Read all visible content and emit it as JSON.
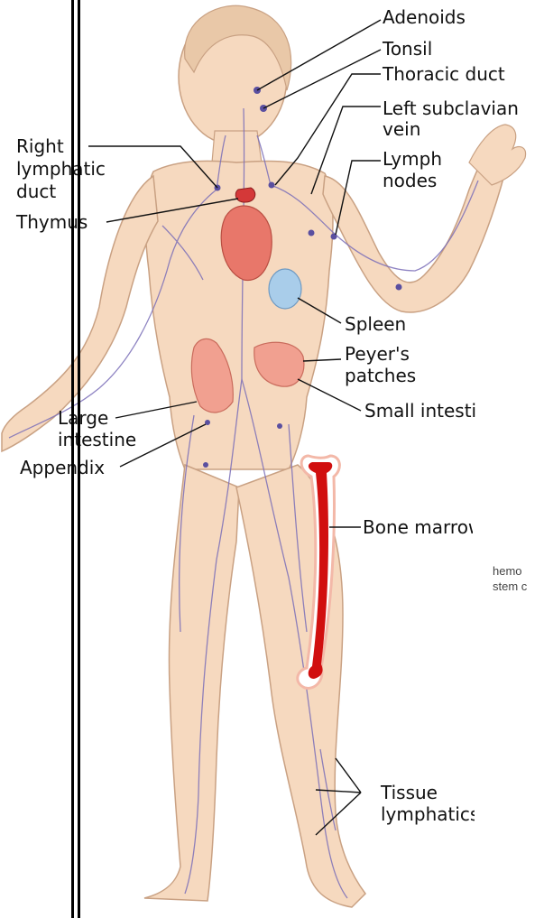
{
  "labels": {
    "adenoids": "Adenoids",
    "tonsil": "Tonsil",
    "thoracic_duct": "Thoracic duct",
    "left_subclavian_line1": "Left subclavian",
    "left_subclavian_line2": "vein",
    "lymph_nodes_line1": "Lymph",
    "lymph_nodes_line2": "nodes",
    "right_lymphatic_line1": "Right",
    "right_lymphatic_line2": "lymphatic",
    "right_lymphatic_line3": "duct",
    "thymus": "Thymus",
    "spleen": "Spleen",
    "peyers_line1": "Peyer's",
    "peyers_line2": "patches",
    "small_intestine": "Small intestine",
    "large_intestine_line1": "Large",
    "large_intestine_line2": "intestine",
    "appendix": "Appendix",
    "bone_marrow": "Bone marrow",
    "tissue_lymphatics_line1": "Tissue",
    "tissue_lymphatics_line2": "lymphatics",
    "cropped_right_line1": "hemo",
    "cropped_right_line2": "stem c"
  },
  "colors": {
    "skin": "#f6d9bf",
    "skin_outline": "#c9a183",
    "lymph_vessel": "#7b6fb8",
    "organ_red": "#e8776a",
    "marrow_red": "#d10f0f",
    "spleen_blue": "#a9cdea",
    "leader_line": "#111111"
  }
}
